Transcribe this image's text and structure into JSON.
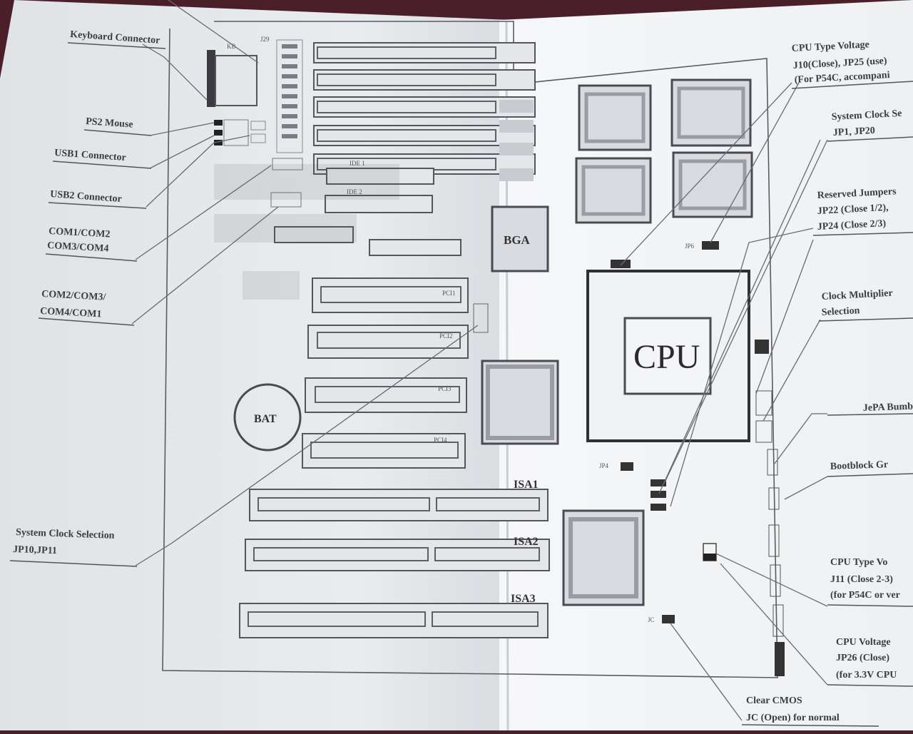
{
  "board": {
    "cpu": "CPU",
    "bga": "BGA",
    "bat": "BAT",
    "kb_header": "KB",
    "j29": "J29",
    "ide1": "IDE 1",
    "ide2": "IDE 2",
    "pci_slots": [
      "PCI1",
      "PCI2",
      "PCI3",
      "PCI4"
    ],
    "isa_slots": [
      "ISA1",
      "ISA2",
      "ISA3"
    ],
    "jumpers": {
      "jp6": "JP6",
      "jp4": "JP4",
      "jc": "JC"
    }
  },
  "left_callouts": {
    "keyboard": "Keyboard Connector",
    "ps2_mouse": "PS2 Mouse",
    "usb1": "USB1 Connector",
    "usb2": "USB2 Connector",
    "com_a": [
      "COM1/COM2",
      "COM3/COM4"
    ],
    "com_b": [
      "COM2/COM3/",
      "COM4/COM1"
    ],
    "sys_clock": [
      "System Clock Selection",
      "JP10,JP11"
    ]
  },
  "right_callouts": {
    "cpu_type_voltage_top": [
      "CPU Type Voltage",
      "J10(Close), JP25 (use)",
      "(For P54C, accompani"
    ],
    "system_clock": [
      "System Clock Se",
      "JP1, JP20"
    ],
    "reserved_jumpers": [
      "Reserved Jumpers",
      "JP22 (Close 1/2),",
      "JP24 (Close 2/3)"
    ],
    "clock_multiplier": [
      "Clock Multiplier",
      "Selection"
    ],
    "jp_bottom": [
      "JePA Bumb"
    ],
    "boot_block": [
      "Bootblock Gr"
    ],
    "cpu_type_voltage_bottom": [
      "CPU Type Vo",
      "J11 (Close 2-3)",
      "(for P54C or ver"
    ],
    "cpu_voltage": [
      "CPU Voltage",
      "JP26 (Close)",
      "(for 3.3V CPU"
    ],
    "clear_cmos": [
      "Clear CMOS",
      "JC (Open) for normal"
    ]
  },
  "colors": {
    "paper_left": "#e8ebee",
    "paper_right": "#f2f4f6",
    "ink": "#4a4a52",
    "background": "#4a1f2a"
  }
}
